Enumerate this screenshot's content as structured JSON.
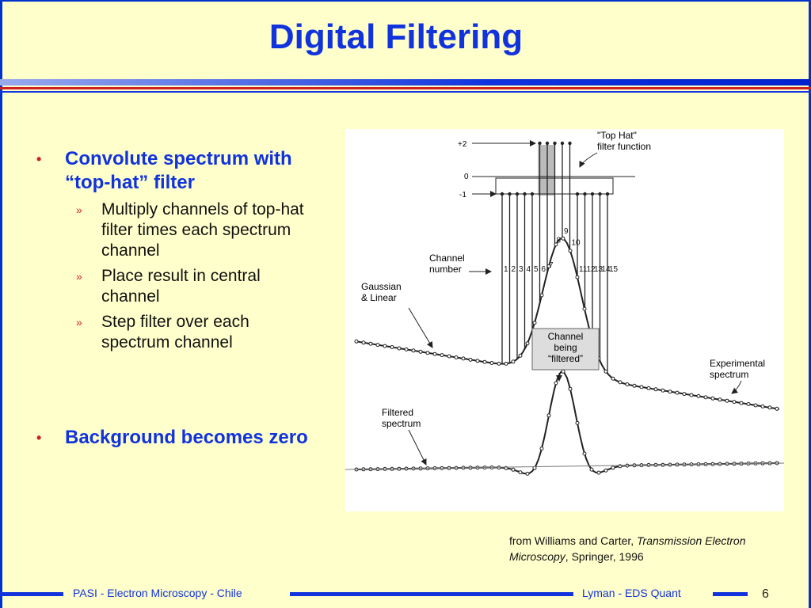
{
  "slide": {
    "title": "Digital Filtering",
    "bullets": [
      {
        "text": "Convolute spectrum with “top-hat” filter",
        "sub": [
          "Multiply channels of top-hat filter times each spectrum channel",
          "Place result in central channel",
          "Step filter over each spectrum channel"
        ]
      },
      {
        "text": "Background becomes zero",
        "sub": []
      }
    ],
    "bullet_marker": "•",
    "sub_marker": "»"
  },
  "figure": {
    "labels": {
      "plus2": "+2",
      "zero": "0",
      "minus1": "-1",
      "top_hat_1": "\"Top Hat\"",
      "top_hat_2": "filter function",
      "channel_number_1": "Channel",
      "channel_number_2": "number",
      "gaussian_1": "Gaussian",
      "gaussian_2": "& Linear",
      "being_1": "Channel",
      "being_2": "being",
      "being_3": "“filtered”",
      "experimental_1": "Experimental",
      "experimental_2": "spectrum",
      "filtered_1": "Filtered",
      "filtered_2": "spectrum"
    },
    "channel_numbers": [
      "1",
      "2",
      "3",
      "4",
      "5",
      "6",
      "7",
      "8",
      "9",
      "10",
      "11",
      "12",
      "13",
      "14",
      "15"
    ]
  },
  "caption": {
    "prefix": "from Williams and Carter, ",
    "book": "Transmission Electron Microscopy",
    "suffix": ", Springer, 1996"
  },
  "footer": {
    "left": "PASI - Electron Microscopy - Chile",
    "right": "Lyman - EDS Quant",
    "page": "6"
  },
  "colors": {
    "background": "#FFFFCC",
    "title": "#1133DD",
    "bullet_marker": "#CC2222",
    "accent_line": "#CC2222"
  }
}
